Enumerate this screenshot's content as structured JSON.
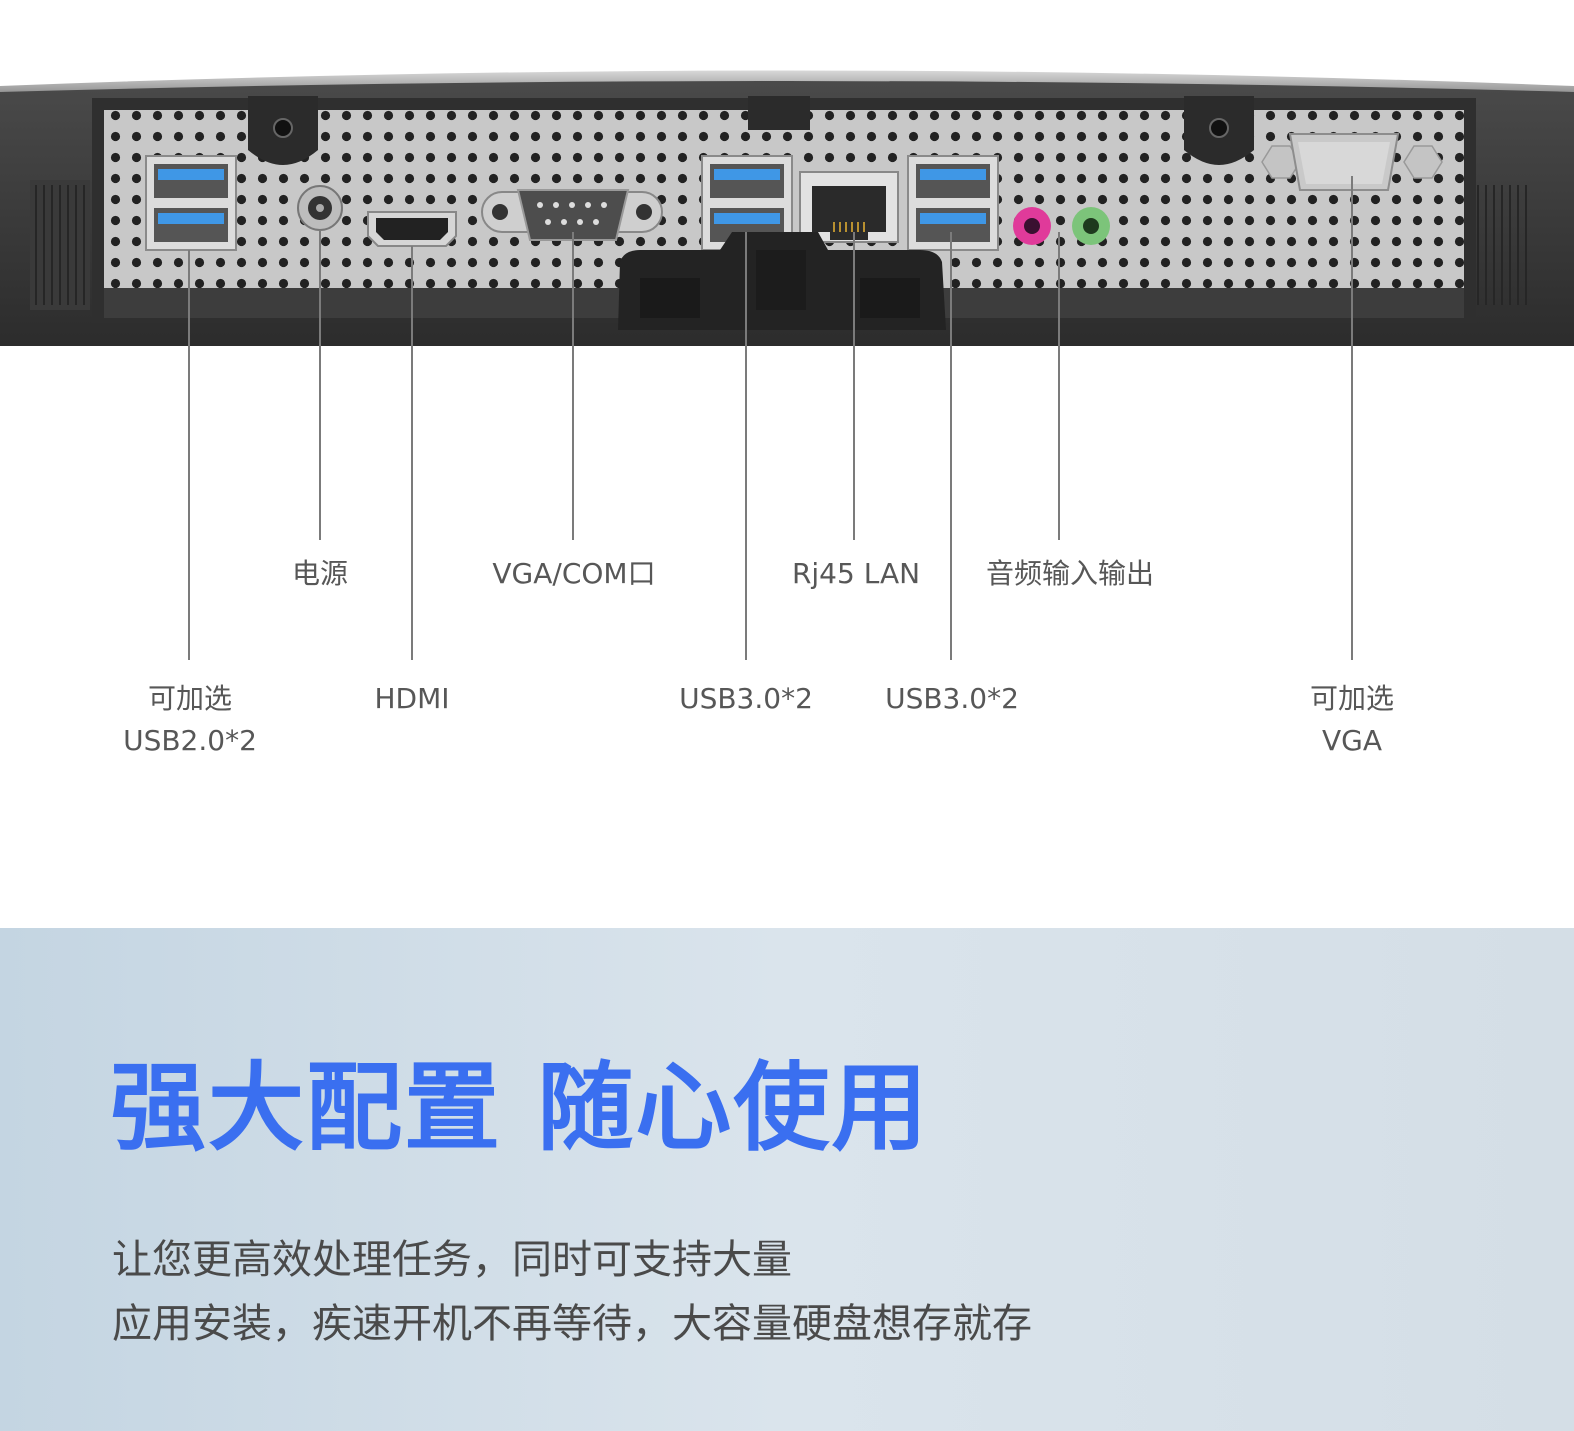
{
  "port_labels": {
    "usb20": [
      "可加选",
      "USB2.0*2"
    ],
    "power": "电源",
    "hdmi": "HDMI",
    "vga_com": "VGA/COM口",
    "usb30_left": "USB3.0*2",
    "rj45": "Rj45 LAN",
    "usb30_right": "USB3.0*2",
    "audio": "音频输入输出",
    "vga_optional": [
      "可加选",
      "VGA"
    ]
  },
  "banner": {
    "headline": "强大配置 随心使用",
    "lines": [
      "让您更高效处理任务，同时可支持大量",
      "应用安装，疾速开机不再等待，大容量硬盘想存就存"
    ]
  },
  "colors": {
    "headline": "#3a6ff0",
    "body_text": "#4a4a4a",
    "label_text": "#575757",
    "usb30_blue": "#3f97e6",
    "audio_out_green": "#7cc47a",
    "audio_in_pink": "#e03a9a",
    "banner_left": "#c4d5e2",
    "banner_right": "#d4dee6"
  }
}
